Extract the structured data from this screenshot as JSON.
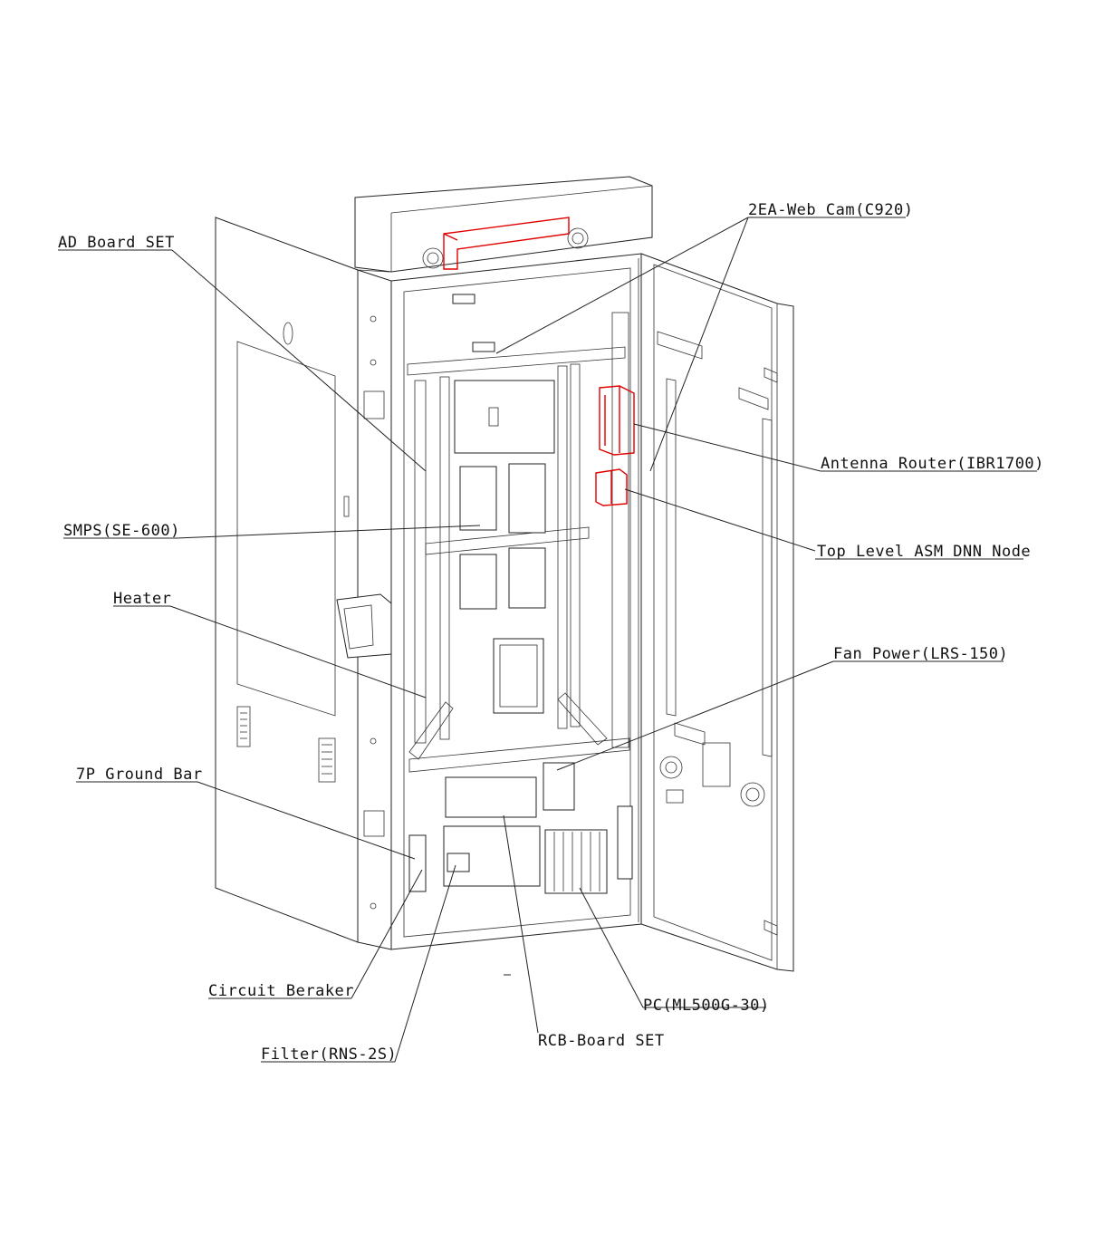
{
  "labels": {
    "web_cam": "2EA-Web Cam(C920)",
    "ad_board": "AD Board SET",
    "antenna_router": "Antenna Router(IBR1700)",
    "top_level_node": "Top Level ASM DNN Node",
    "smps": "SMPS(SE-600)",
    "heater": "Heater",
    "fan_power": "Fan Power(LRS-150)",
    "ground_bar": "7P Ground Bar",
    "circuit_breaker": "Circuit Beraker",
    "filter": "Filter(RNS-2S)",
    "rcb_board": "RCB-Board SET",
    "pc": "PC(ML500G-30)"
  },
  "colors": {
    "line": "#222222",
    "highlight": "#e00000",
    "background": "#ffffff"
  }
}
